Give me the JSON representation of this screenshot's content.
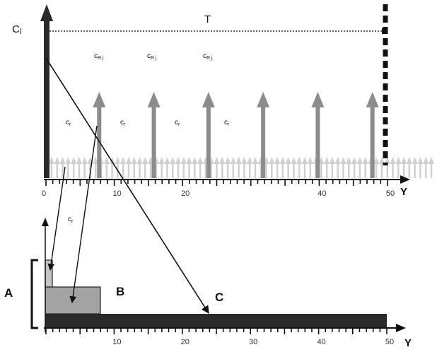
{
  "labels": {
    "t_label": "T",
    "cl_main": "C",
    "cl_sub": "l",
    "y_axis_top": "Y",
    "y_axis_bottom": "Y",
    "a_label": "A",
    "b_label": "B",
    "c_label": "C",
    "crj_main": "c",
    "crj_sub": "R j",
    "cr_main": "c",
    "cr_sub": "r"
  },
  "top_axis": {
    "ticks": [
      {
        "x": 0,
        "label": "0"
      },
      {
        "x": 10,
        "label": "10"
      },
      {
        "x": 20,
        "label": "20"
      },
      {
        "x": 40,
        "label": "40"
      },
      {
        "x": 50,
        "label": "50"
      }
    ],
    "tick_count": 50,
    "small_arrows_count": 70,
    "large_arrow_years": [
      8,
      16,
      24,
      32,
      40,
      48
    ]
  },
  "bottom_axis": {
    "ticks": [
      {
        "x": 10,
        "label": "10"
      },
      {
        "x": 20,
        "label": "20"
      },
      {
        "x": 30,
        "label": "30"
      },
      {
        "x": 40,
        "label": "40"
      },
      {
        "x": 50,
        "label": "50"
      }
    ],
    "tick_count": 50
  },
  "colors": {
    "dark": "#2a2a2a",
    "mid_gray": "#8c8c8c",
    "box_b": "#a3a3a3",
    "box_a": "#c4c4c4",
    "light_arrow": "#d0d0d0"
  }
}
